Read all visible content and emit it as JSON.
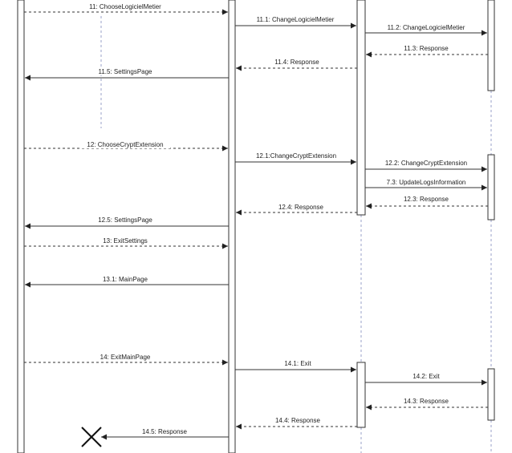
{
  "diagram": {
    "messages": [
      {
        "id": "m11",
        "text": "11: ChooseLogicielMetier"
      },
      {
        "id": "m11_1",
        "text": "11.1: ChangeLogicielMetier"
      },
      {
        "id": "m11_2",
        "text": "11.2: ChangeLogicielMetier"
      },
      {
        "id": "m11_3",
        "text": "11.3: Response"
      },
      {
        "id": "m11_4",
        "text": "11.4: Response"
      },
      {
        "id": "m11_5",
        "text": "11.5: SettingsPage"
      },
      {
        "id": "m12",
        "text": "12: ChooseCryptExtension"
      },
      {
        "id": "m12_1",
        "text": "12.1:ChangeCryptExtension"
      },
      {
        "id": "m12_2",
        "text": "12.2: ChangeCryptExtension"
      },
      {
        "id": "m7_3",
        "text": "7.3: UpdateLogsInformation"
      },
      {
        "id": "m12_3",
        "text": "12.3: Response"
      },
      {
        "id": "m12_4",
        "text": "12.4: Response"
      },
      {
        "id": "m12_5",
        "text": "12.5: SettingsPage"
      },
      {
        "id": "m13",
        "text": "13: ExitSettings"
      },
      {
        "id": "m13_1",
        "text": "13.1: MainPage"
      },
      {
        "id": "m14",
        "text": "14: ExitMainPage"
      },
      {
        "id": "m14_1",
        "text": "14.1: Exit"
      },
      {
        "id": "m14_2",
        "text": "14.2: Exit"
      },
      {
        "id": "m14_3",
        "text": "14.3: Response"
      },
      {
        "id": "m14_4",
        "text": "14.4: Response"
      },
      {
        "id": "m14_5",
        "text": "14.5: Response"
      }
    ]
  }
}
